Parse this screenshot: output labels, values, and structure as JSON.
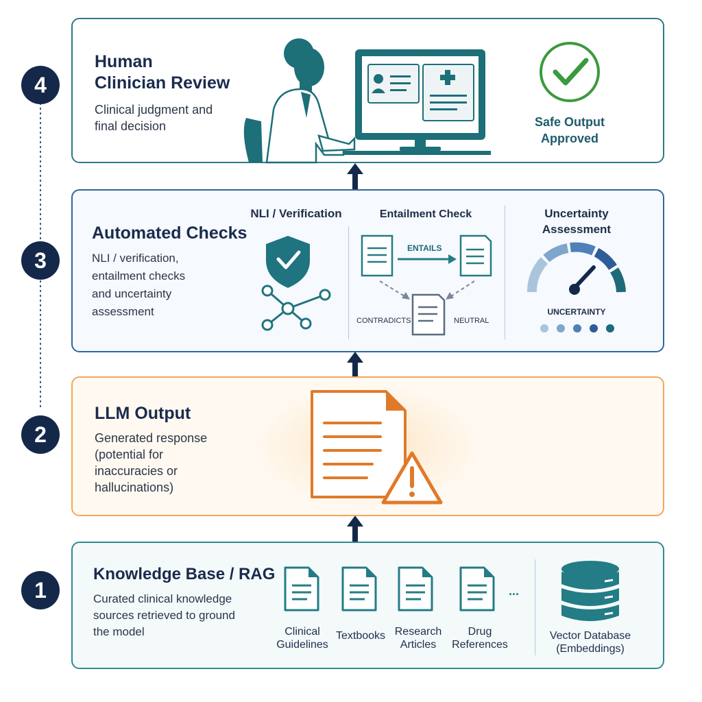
{
  "steps": [
    {
      "number": "1"
    },
    {
      "number": "2"
    },
    {
      "number": "3"
    },
    {
      "number": "4"
    }
  ],
  "layer4": {
    "title_lines": [
      "Human",
      "Clinician Review"
    ],
    "desc_lines": [
      "Clinical judgment and",
      "final decision"
    ],
    "status_lines": [
      "Safe Output",
      "Approved"
    ]
  },
  "layer3": {
    "title": "Automated Checks",
    "desc_lines": [
      "NLI / verification,",
      "entailment checks",
      "and uncertainty",
      "assessment"
    ],
    "nli_heading": "NLI / Verification",
    "entailment_heading": "Entailment Check",
    "entails_label": "ENTAILS",
    "contradicts_label": "CONTRADICTS",
    "neutral_label": "NEUTRAL",
    "uncertainty_heading_lines": [
      "Uncertainty",
      "Assessment"
    ],
    "uncertainty_label": "UNCERTAINTY"
  },
  "layer2": {
    "title": "LLM Output",
    "desc_lines": [
      "Generated response",
      "(potential for",
      "inaccuracies or",
      "hallucinations)"
    ]
  },
  "layer1": {
    "title": "Knowledge Base / RAG",
    "desc_lines": [
      "Curated clinical knowledge",
      "sources retrieved to ground",
      "the model"
    ],
    "sources": [
      {
        "lines": [
          "Clinical",
          "Guidelines"
        ]
      },
      {
        "lines": [
          "Textbooks"
        ]
      },
      {
        "lines": [
          "Research",
          "Articles"
        ]
      },
      {
        "lines": [
          "Drug",
          "References"
        ]
      }
    ],
    "ellipsis": "...",
    "database_lines": [
      "Vector Database",
      "(Embeddings)"
    ]
  },
  "colors": {
    "navy": "#14284a",
    "teal": "#237c86",
    "orange": "#e07a2a",
    "green": "#3a9a3e",
    "blue": "#2f67a0"
  }
}
